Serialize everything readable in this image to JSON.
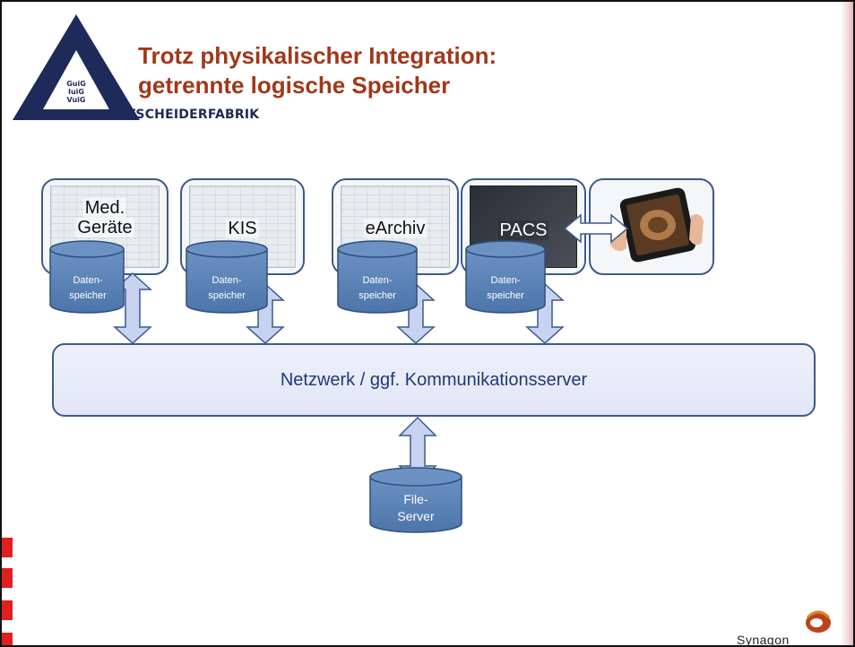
{
  "header": {
    "title_line1": "Trotz physikalischer Integration:",
    "title_line2": "getrennte logische Speicher",
    "logo_line1": "GuiG",
    "logo_line2": "IuiG",
    "logo_line3": "VuiG",
    "logo_subtitle": "ENTSCHEIDERFABRIK"
  },
  "systems": [
    {
      "label_line1": "Med.",
      "label_line2": "Geräte",
      "storage_line1": "Daten-",
      "storage_line2": "speicher"
    },
    {
      "label_line1": "KIS",
      "label_line2": "",
      "storage_line1": "Daten-",
      "storage_line2": "speicher"
    },
    {
      "label_line1": "eArchiv",
      "label_line2": "",
      "storage_line1": "Daten-",
      "storage_line2": "speicher"
    },
    {
      "label_line1": "PACS",
      "label_line2": "",
      "storage_line1": "Daten-",
      "storage_line2": "speicher"
    }
  ],
  "network": {
    "label": "Netzwerk / ggf. Kommunikationsserver"
  },
  "file_server": {
    "line1": "File-",
    "line2": "Server"
  },
  "footer": {
    "brand": "Synagon"
  },
  "colors": {
    "title": "#a0381a",
    "box_border": "#3c5a8c",
    "cylinder_fill": "#5b83b5",
    "cylinder_stroke": "#2f4f7a",
    "arrow_fill": "#c7d3f1",
    "arrow_stroke": "#3c5a8c",
    "network_text": "#1f3a78",
    "left_marks": "#e02020"
  }
}
